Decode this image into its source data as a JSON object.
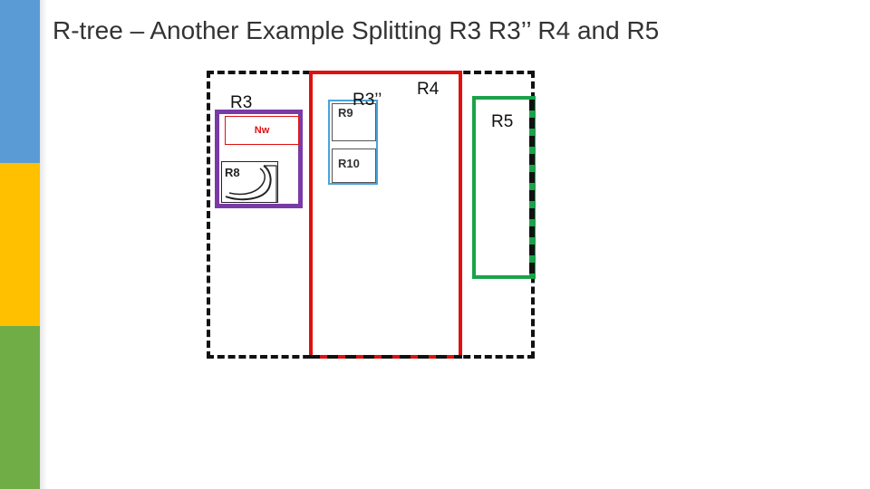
{
  "slide": {
    "title": "R-tree – Another Example Splitting R3 R3’’ R4 and R5",
    "accent_colors": {
      "blue": "#5b9bd5",
      "yellow": "#ffc000",
      "green": "#70ad47"
    }
  },
  "diagram": {
    "labels": {
      "r3": "R3",
      "r3pp": "R3’’",
      "r4": "R4",
      "r5": "R5",
      "nw": "Nw",
      "r8": "R8",
      "r9": "R9",
      "r10": "R10"
    },
    "colors": {
      "outer": "#111111",
      "r3": "#7a3aa6",
      "r4": "#e01010",
      "r5": "#1aa34a",
      "r3pp": "#4aa3d9",
      "nw": "#e01010"
    }
  }
}
